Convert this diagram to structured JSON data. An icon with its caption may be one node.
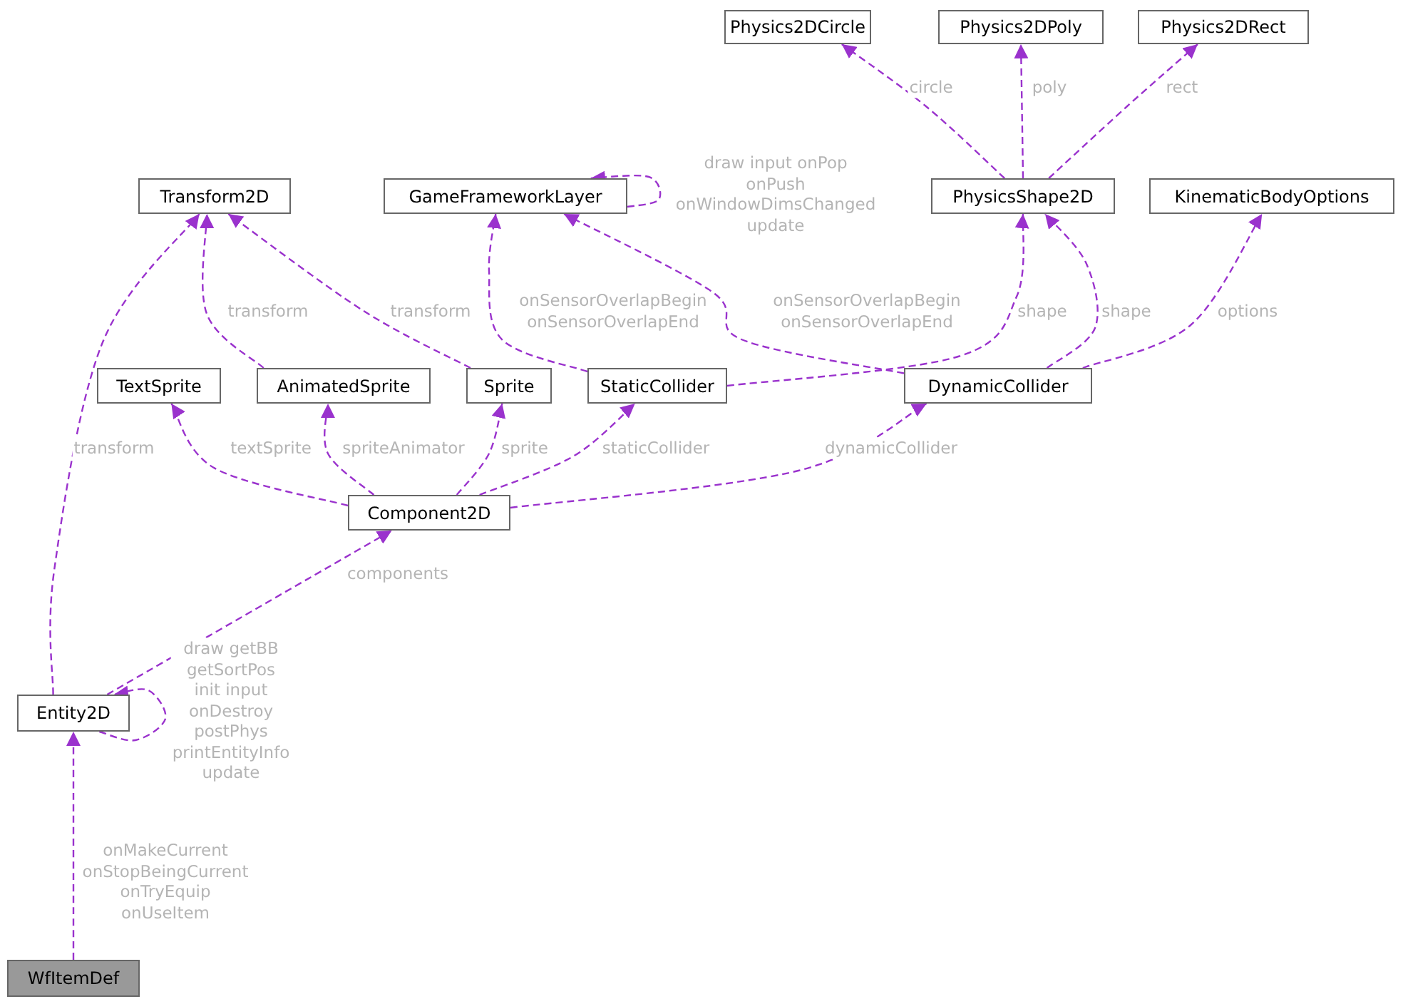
{
  "diagram": {
    "nodes": [
      {
        "text": [
          "Physics2DCircle"
        ]
      },
      {
        "text": [
          "Physics2DPoly"
        ]
      },
      {
        "text": [
          "Physics2DRect"
        ]
      },
      {
        "text": [
          "Transform2D"
        ]
      },
      {
        "text": [
          "GameFrameworkLayer"
        ]
      },
      {
        "text": [
          "PhysicsShape2D"
        ]
      },
      {
        "text": [
          "KinematicBodyOptions"
        ]
      },
      {
        "text": [
          "TextSprite"
        ]
      },
      {
        "text": [
          "AnimatedSprite"
        ]
      },
      {
        "text": [
          "Sprite"
        ]
      },
      {
        "text": [
          "StaticCollider"
        ]
      },
      {
        "text": [
          "DynamicCollider"
        ]
      },
      {
        "text": [
          "Component2D"
        ]
      },
      {
        "text": [
          "Entity2D"
        ]
      },
      {
        "text": [
          "WfItemDef"
        ]
      }
    ],
    "edges": [
      {
        "from": 5,
        "to": 0,
        "arrow": "to",
        "label": "circle"
      },
      {
        "from": 5,
        "to": 1,
        "arrow": "to",
        "label": "poly"
      },
      {
        "from": 5,
        "to": 2,
        "arrow": "to",
        "label": "rect"
      },
      {
        "from": 4,
        "to": 4,
        "arrow": "to",
        "label": "draw input onPop onPush onWindowDimsChanged update"
      },
      {
        "from": 13,
        "to": 3,
        "arrow": "to",
        "label": "transform"
      },
      {
        "from": 8,
        "to": 3,
        "arrow": "to",
        "label": "transform"
      },
      {
        "from": 9,
        "to": 3,
        "arrow": "to",
        "label": "transform"
      },
      {
        "from": 10,
        "to": 4,
        "arrow": "to",
        "label": "onSensorOverlapBegin onSensorOverlapEnd"
      },
      {
        "from": 11,
        "to": 4,
        "arrow": "to",
        "label": "onSensorOverlapBegin onSensorOverlapEnd"
      },
      {
        "from": 10,
        "to": 5,
        "arrow": "to",
        "label": "shape"
      },
      {
        "from": 11,
        "to": 5,
        "arrow": "to",
        "label": "shape"
      },
      {
        "from": 11,
        "to": 6,
        "arrow": "to",
        "label": "options"
      },
      {
        "from": 12,
        "to": 7,
        "arrow": "to",
        "label": "textSprite"
      },
      {
        "from": 12,
        "to": 8,
        "arrow": "to",
        "label": "spriteAnimator"
      },
      {
        "from": 12,
        "to": 9,
        "arrow": "to",
        "label": "sprite"
      },
      {
        "from": 12,
        "to": 10,
        "arrow": "to",
        "label": "staticCollider"
      },
      {
        "from": 12,
        "to": 11,
        "arrow": "to",
        "label": "dynamicCollider"
      },
      {
        "from": 13,
        "to": 12,
        "arrow": "to",
        "label": "components"
      },
      {
        "from": 13,
        "to": 13,
        "arrow": "to",
        "label": "draw getBB getSortPos init input onDestroy postPhys printEntityInfo update"
      },
      {
        "from": 14,
        "to": 13,
        "arrow": "to",
        "label": "onMakeCurrent onStopBeingCurrent onTryEquip onUseItem"
      }
    ]
  }
}
